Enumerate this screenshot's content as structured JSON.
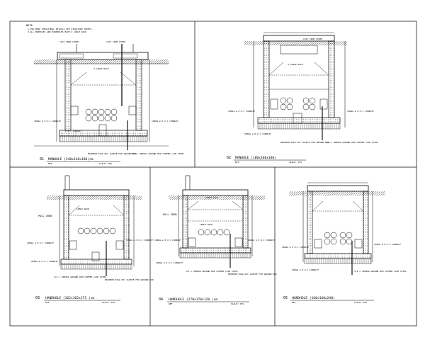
{
  "note": {
    "heading": "NOTE:",
    "lines": [
      "1.FOR MORE STRUCTURAL DETAILS SEE STRUCTURE SHEETS.",
      "2.ALL MANHOLES AND HANDHOLES HAVE 4 CABLE RACK"
    ]
  },
  "panels": [
    {
      "number": "01",
      "title": "MANHOLE (240x140x180)cm",
      "ref": "REF.",
      "scale": "SCALE: NTS",
      "labels": {
        "cover_left": "CAST IRON COVER",
        "cover_right": "CAST IRON COVER",
        "rack": "4  CABLE  RACK",
        "conduit_left": "100mm ø P.V.C CONDUIT",
        "conduit_right": "100mm ø P.V.C CONDUIT",
        "pvc_conduit": "P.V.C CONDUIT",
        "sleeve": "MINIMUM 25mm PVC SLEEVE FOR GROUND ROD",
        "rod": "3/4 x 3000mm GROUND ROD COPPER CLAD STEEL"
      }
    },
    {
      "number": "02",
      "title": "MANHOLE (180x180x180)",
      "ref": "REF.",
      "scale": "SCALE: NTS",
      "labels": {
        "cover": "CAST IRON COVER",
        "rack": "4  CABLE  RACK",
        "conduit_left": "100mm ø P.V.C CONDUIT",
        "conduit_right": "100mm ø P.V.C CONDUIT",
        "pvc_conduit": "200mm ø P.V.C CONDUIT",
        "sleeve": "MINIMUM 25mm PVC SLEEVE FOR GROUND ROD",
        "rod": "3/4 x 3000mm GROUND ROD COPPER CLAD STEEL"
      }
    },
    {
      "number": "03",
      "title": "HANDHOLE (162x162x175 )cm",
      "ref": "REF.",
      "scale": "SCALE: NTS",
      "labels": {
        "rack": "CABLE  RACK",
        "pull": "PULL  IRON",
        "conduit_left": "100mm ø P.V.C CONDUIT",
        "conduit_right": "100mm ø P.V.C CONDUIT",
        "pvc_conduit": "200mm ø P.V.C CONDUIT",
        "rod": "3/4 x 3000mm GROUND ROD COPPER CLAD STEEL",
        "sleeve": "MINIMUM 25mm PVC SLEEVE FOR GROUND ROD"
      }
    },
    {
      "number": "04",
      "title": "HANDHOLE (170x170x120 )cm",
      "ref": "REF.",
      "scale": "SCALE: NTS",
      "labels": {
        "rack_top": "CABLE  RACK",
        "rack_mid": "CABLE  RACK",
        "pull": "PULL  IRON",
        "conduit_left": "100mm ø P.V.C CONDUIT",
        "conduit_right": "100mm ø P.V.C CONDUIT",
        "pvc_conduit": "100mm ø P.V.C CONDUIT",
        "rod": "3/4 x 3000mm GROUND ROD COPPER CLAD STEEL",
        "sleeve": "MINIMUM 25mm PVC SLEEVE FOR GROUND ROD"
      }
    },
    {
      "number": "05",
      "title": "HANDHOLE (160x160x240)",
      "ref": "REF.",
      "scale": "SCALE: NTS",
      "labels": {
        "conduit_left": "100mm ø P.V.C CONDUIT",
        "conduit_right": "100mm ø P.V.C CONDUIT",
        "pvc_conduit": "100mm ø P.V.C CONDUIT",
        "rod": "3/4 x 3000mm GROUND ROD COPPER CLAD STEEL"
      }
    }
  ]
}
